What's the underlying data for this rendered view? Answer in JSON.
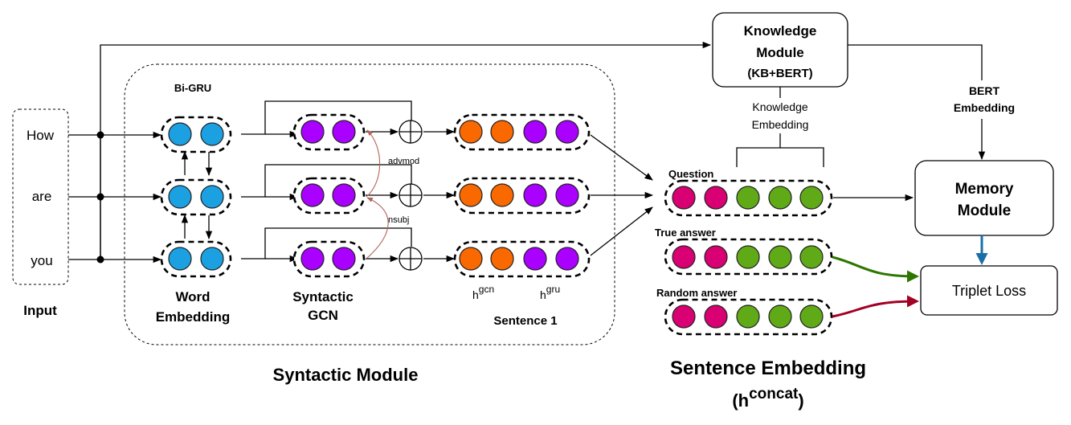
{
  "colors": {
    "blue": "#1ba1e2",
    "purple": "#aa00ff",
    "orange": "#fa6800",
    "magenta": "#d80073",
    "green": "#60a917",
    "dep_arrow": "#b0655a",
    "true_arrow": "#2d7600",
    "random_arrow": "#a20025",
    "memory_arrow": "#1b6fa8"
  },
  "input": {
    "label": "Input",
    "words": [
      "How",
      "are",
      "you"
    ]
  },
  "syntactic_module": {
    "title": "Syntactic Module",
    "bigru_label": "Bi-GRU",
    "word_embedding_label_1": "Word",
    "word_embedding_label_2": "Embedding",
    "gcn_label_1": "Syntactic",
    "gcn_label_2": "GCN",
    "dep_labels": [
      "advmod",
      "nsubj"
    ],
    "h_gcn": "h",
    "h_gcn_sup": "gcn",
    "h_gru": "h",
    "h_gru_sup": "gru",
    "sentence_label": "Sentence 1"
  },
  "knowledge_module": {
    "line1": "Knowledge",
    "line2": "Module",
    "line3": "(KB+BERT)"
  },
  "knowledge_embedding": {
    "line1": "Knowledge",
    "line2": "Embedding"
  },
  "bert_embedding": {
    "line1": "BERT",
    "line2": "Embedding"
  },
  "memory_module": {
    "line1": "Memory",
    "line2": "Module"
  },
  "triplet_loss": {
    "label": "Triplet Loss"
  },
  "sentence_embedding": {
    "question_label": "Question",
    "true_answer_label": "True answer",
    "random_answer_label": "Random answer",
    "title_line1": "Sentence Embedding",
    "title_h": "(h",
    "title_sup": "concat",
    "title_close": ")"
  }
}
